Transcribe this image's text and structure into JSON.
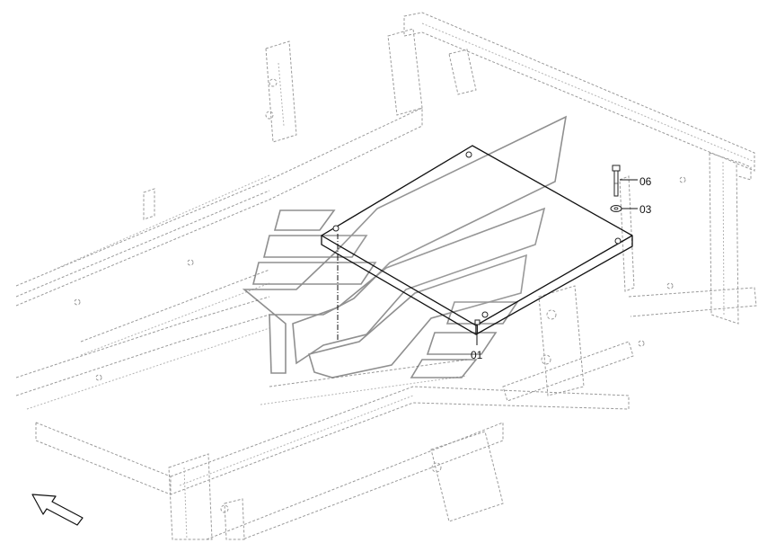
{
  "callouts": [
    {
      "id": "06",
      "label": "06",
      "part": "bolt"
    },
    {
      "id": "03",
      "label": "03",
      "part": "washer"
    },
    {
      "id": "01",
      "label": "01",
      "part": "cover-plate"
    }
  ],
  "icons": {
    "direction": "direction-arrow-icon",
    "watermark": "brand-watermark-logo"
  }
}
